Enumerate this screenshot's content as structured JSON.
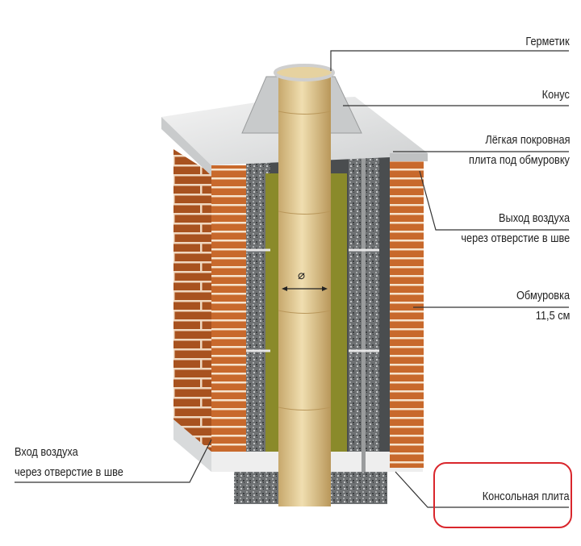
{
  "labels": {
    "sealant": "Герметик",
    "cone": "Конус",
    "cover_plate_1": "Лёгкая покровная",
    "cover_plate_2": "плита под обмуровку",
    "air_out_1": "Выход воздуха",
    "air_out_2": "через отверстие в шве",
    "casing_1": "Обмуровка",
    "casing_2": "11,5 см",
    "air_in_1": "Вход воздуха",
    "air_in_2": "через отверстие в шве",
    "console_plate": "Консольная плита",
    "diameter": "⌀"
  },
  "colors": {
    "brick": "#c8692c",
    "mortar": "#f6e3cc",
    "pipe": "#d9c08a",
    "insulation": "#7c7f80",
    "olive": "#8a8a2a",
    "highlight": "#d9262c"
  }
}
